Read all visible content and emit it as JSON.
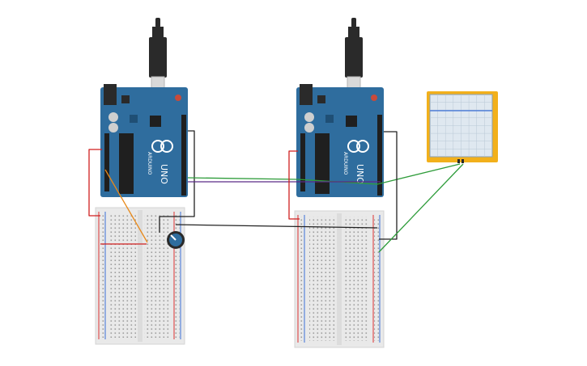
{
  "canvas": {
    "background": "#ffffff"
  },
  "colors": {
    "board": "#2f6d9e",
    "board_dark": "#1f4f75",
    "usb_cable": "#2a2a2a",
    "usb_metal": "#d9d9d9",
    "breadboard": "#e8e8e8",
    "rail_red": "#d33",
    "rail_blue": "#3a6fd8",
    "wire_red": "#d01f1f",
    "wire_black": "#222222",
    "wire_green": "#2e9c3a",
    "wire_purple": "#5b2a86",
    "wire_orange": "#e8891a",
    "oscilloscope_frame": "#f2b01b",
    "oscilloscope_screen": "#dfe8f0",
    "oscilloscope_trace": "#3a6fd8",
    "potentiometer": "#2f6d9e"
  },
  "arduino": {
    "brand": "ARDUINO",
    "model": "UNO",
    "icon": "infinity-logo-icon"
  },
  "boards": [
    {
      "id": "arduino-1",
      "label": "ARDUINO",
      "model": "UNO"
    },
    {
      "id": "arduino-2",
      "label": "ARDUINO",
      "model": "UNO"
    }
  ],
  "breadboards": [
    {
      "id": "breadboard-1"
    },
    {
      "id": "breadboard-2"
    }
  ],
  "potentiometer": {
    "icon": "potentiometer-icon"
  },
  "oscilloscope": {
    "icon": "oscilloscope-icon"
  }
}
